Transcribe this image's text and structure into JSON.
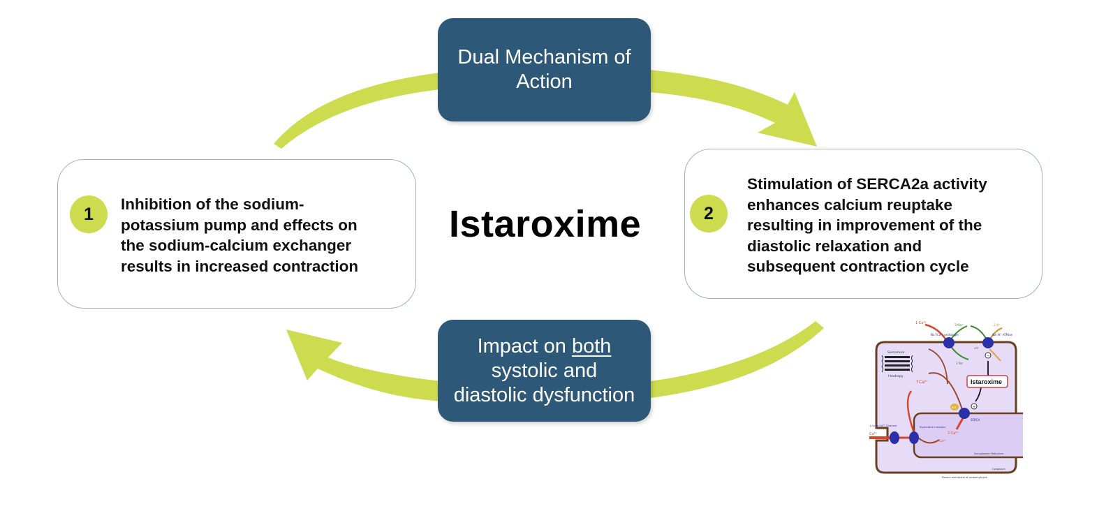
{
  "center_title": "Istaroxime",
  "top_box": {
    "lines": [
      "Dual Mechanism of",
      "Action"
    ]
  },
  "bottom_box": {
    "line1_prefix": "Impact on ",
    "line1_underlined": "both",
    "line2": "systolic and",
    "line3": "diastolic dysfunction"
  },
  "left_card": {
    "badge": "1",
    "lines": [
      "Inhibition of the sodium-",
      "potassium pump and effects on",
      "the sodium-calcium exchanger",
      "results in increased contraction"
    ]
  },
  "right_card": {
    "badge": "2",
    "lines": [
      "Stimulation of SERCA2a activity",
      "enhances calcium reuptake",
      "resulting in improvement of the",
      "diastolic relaxation and",
      "subsequent contraction cycle"
    ]
  },
  "colors": {
    "navy": "#2d5877",
    "lime": "#cddb4e",
    "cell_fill": "#e6dcf7",
    "sr_fill": "#dccdf4",
    "membrane": "#6b3f1f",
    "protein": "#2b2fa8",
    "calcium": "#d9452b"
  },
  "cell_diagram": {
    "labels": {
      "ca_out": "1 Ca²⁺",
      "na_in_top": "3 Na⁺",
      "k_label": "2 K⁺",
      "ncx": "Na⁺/Ca²⁺ exchanger",
      "nka": "Na⁺/K⁺ ATPase",
      "sarcomere": "Sarcomere",
      "inotropy": "↑Inotropy",
      "na_in_bottom": "3 Na⁺",
      "atp": "ATP",
      "ca_up": "↑Ca²⁺",
      "drug": "Istaroxime",
      "plb": "PLB",
      "serca": "SERCA",
      "ltype": "L-type Ca²⁺ Channel",
      "ca_entry": "Ca²⁺",
      "ryr": "Ryanodine receptor",
      "ca_sr": "2 Ca²⁺",
      "ca_release": "Ca²⁺",
      "sr": "Sarcoplasmic Reticulum",
      "cytoplasm": "Cytoplasm",
      "membrane_caption": "Plasma membrane of cardiomyocyte",
      "minus": "−",
      "plus": "+"
    }
  }
}
